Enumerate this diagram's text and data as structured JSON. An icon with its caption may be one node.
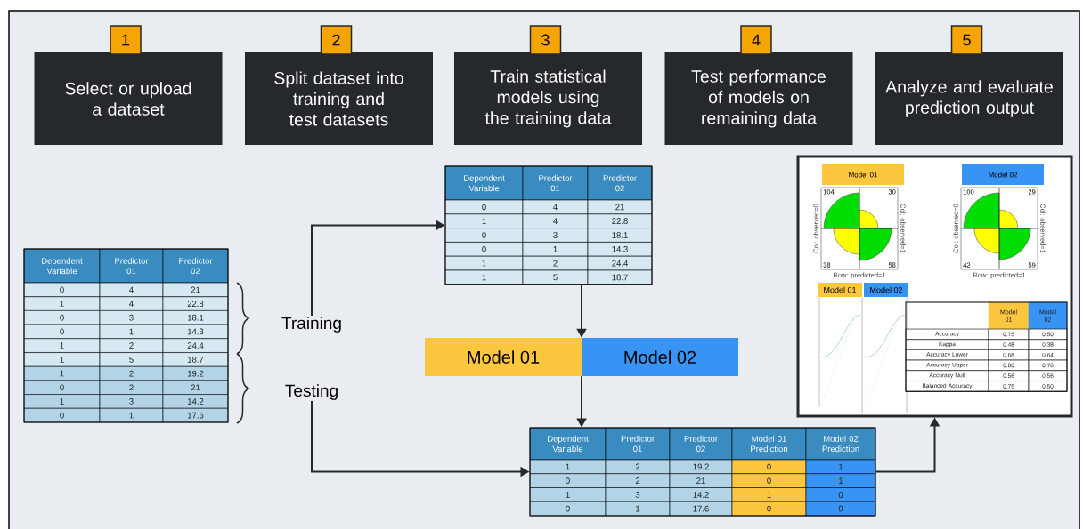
{
  "diagram": {
    "nodes": [
      {
        "text": [
          "1",
          "Select or upload a dataset"
        ]
      },
      {
        "text": [
          "2",
          "Split dataset into training and test datasets"
        ]
      },
      {
        "text": [
          "3",
          "Train statistical models using the training data"
        ]
      },
      {
        "text": [
          "4",
          "Test performance of models on remaining data"
        ]
      },
      {
        "text": [
          "5",
          "Analyze and evaluate prediction output"
        ]
      },
      {
        "text": [
          "Dependent Variable",
          "Predictor 01",
          "Predictor 02",
          "0",
          "4",
          "21",
          "1",
          "4",
          "22.8",
          "0",
          "3",
          "18.1",
          "0",
          "1",
          "14.3",
          "1",
          "2",
          "24.4",
          "1",
          "5",
          "18.7",
          "1",
          "2",
          "19.2",
          "0",
          "2",
          "21",
          "1",
          "3",
          "14.2",
          "0",
          "1",
          "17.6"
        ]
      },
      {
        "text": [
          "Training"
        ]
      },
      {
        "text": [
          "Testing"
        ]
      },
      {
        "text": [
          "Dependent Variable",
          "Predictor 01",
          "Predictor 02",
          "0",
          "4",
          "21",
          "1",
          "4",
          "22.8",
          "0",
          "3",
          "18.1",
          "0",
          "1",
          "14.3",
          "1",
          "2",
          "24.4",
          "1",
          "5",
          "18.7"
        ]
      },
      {
        "text": [
          "Model 01",
          "Model 02"
        ]
      },
      {
        "text": [
          "Dependent Variable",
          "Predictor 01",
          "Predictor 02",
          "Model 01 Prediction",
          "Model 02 Prediction",
          "1",
          "2",
          "19.2",
          "0",
          "1",
          "0",
          "2",
          "21",
          "0",
          "1",
          "1",
          "3",
          "14.2",
          "1",
          "0",
          "0",
          "1",
          "17.6",
          "0",
          "0"
        ]
      },
      {
        "text": [],
        "shape": "box"
      },
      {
        "text": [
          "Model 01",
          "104",
          "30",
          "38",
          "58",
          "Col: observed=0",
          "Col: observed=1",
          "Row: predicted=1"
        ],
        "in": 11
      },
      {
        "text": [
          "Model 02",
          "100",
          "29",
          "42",
          "59",
          "Col: observed=0",
          "Col: observed=1",
          "Row: predicted=1"
        ],
        "in": 11
      },
      {
        "text": [
          "Model 01",
          "Model 02"
        ],
        "in": 11
      },
      {
        "text": [
          "Model 01",
          "Model 02",
          "Accuracy",
          "0.75",
          "0.50",
          "Kappa",
          "0.48",
          "0.38",
          "Accuracy Lower",
          "0.68",
          "0.64",
          "Accuracy Upper",
          "0.80",
          "0.76",
          "Accuracy Null",
          "0.56",
          "0.56",
          "Balanced Accuracy",
          "0.75",
          "0.50"
        ],
        "in": 11
      }
    ],
    "edges": [
      {
        "from": 6,
        "to": 8,
        "arrow": "to"
      },
      {
        "from": 7,
        "to": 10,
        "arrow": "to"
      },
      {
        "from": 8,
        "to": 9,
        "arrow": "to"
      },
      {
        "from": 9,
        "to": 10,
        "arrow": "to"
      },
      {
        "from": 10,
        "to": 11,
        "arrow": "to"
      }
    ]
  }
}
